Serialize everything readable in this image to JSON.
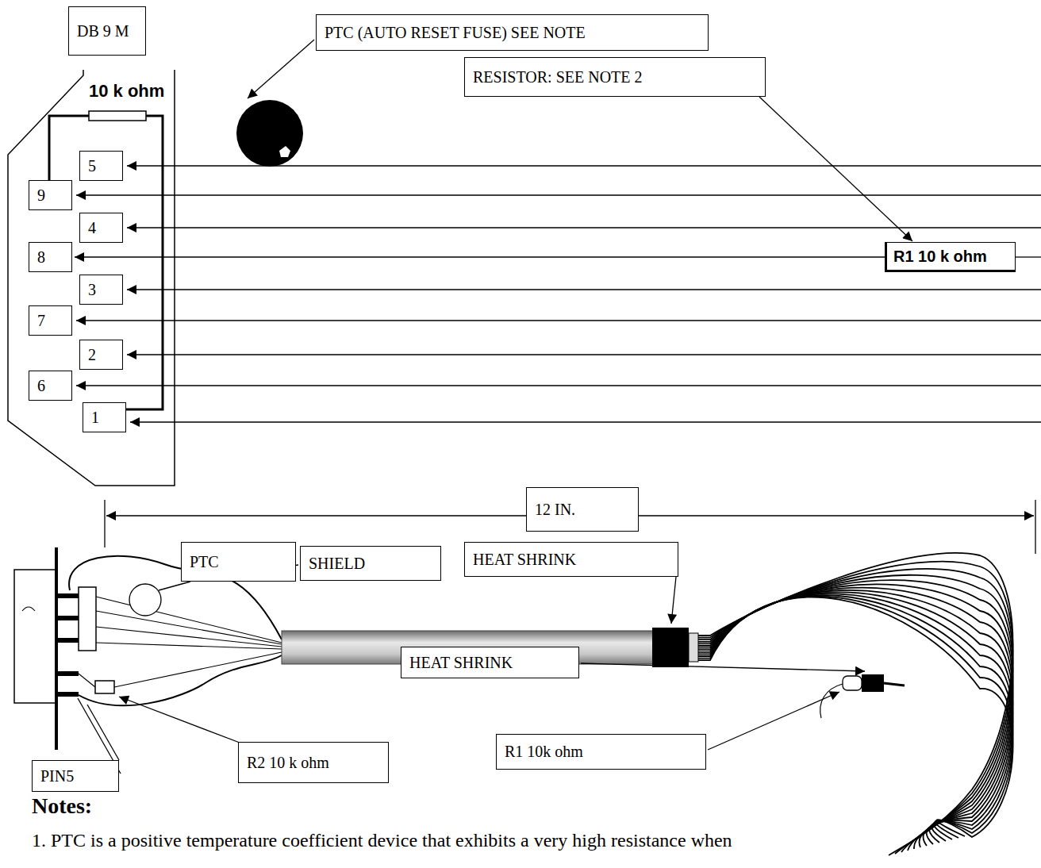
{
  "diagram": {
    "nodes": [
      {
        "text": [
          "DB 9 M"
        ]
      },
      {
        "text": [
          "PTC (AUTO RESET FUSE) SEE NOTE"
        ]
      },
      {
        "text": [
          "RESISTOR: SEE NOTE 2"
        ]
      },
      {
        "text": [
          "5"
        ]
      },
      {
        "text": [
          "9"
        ]
      },
      {
        "text": [
          "4"
        ]
      },
      {
        "text": [
          "8"
        ]
      },
      {
        "text": [
          "3"
        ]
      },
      {
        "text": [
          "7"
        ]
      },
      {
        "text": [
          "2"
        ]
      },
      {
        "text": [
          "6"
        ]
      },
      {
        "text": [
          "1"
        ]
      },
      {
        "text": [
          "R1 10 k ohm"
        ]
      },
      {
        "text": [
          "12 IN."
        ]
      },
      {
        "text": [
          "PTC"
        ]
      },
      {
        "text": [
          "SHIELD"
        ]
      },
      {
        "text": [
          "HEAT SHRINK"
        ]
      },
      {
        "text": [
          "HEAT SHRINK"
        ]
      },
      {
        "text": [
          "R2 10 k ohm"
        ]
      },
      {
        "text": [
          "R1 10k ohm"
        ]
      },
      {
        "text": [
          "PIN5"
        ]
      }
    ],
    "edges": [
      {
        "from": 2,
        "to": 12,
        "arrow": "to"
      },
      {
        "from": 12,
        "to": 6,
        "arrow": "to"
      }
    ],
    "labels": [
      "10 k ohm",
      "Notes:",
      "1. PTC is a positive temperature coefficient device that exhibits a very high resistance when"
    ]
  }
}
